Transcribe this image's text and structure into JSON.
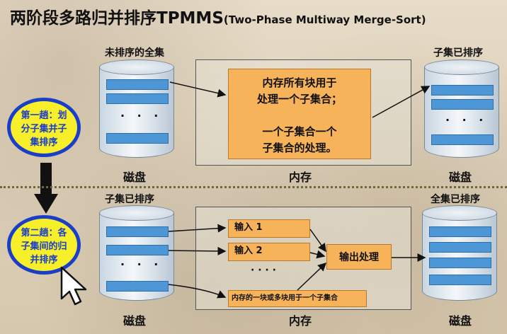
{
  "title": {
    "main": "两阶段多路归并排序TPMMS",
    "sub": "(Two-Phase Multiway Merge-Sort)"
  },
  "phase1": {
    "source_label": "未排序的全集",
    "target_label": "子集已排序",
    "disk_label_left": "磁盘",
    "disk_label_right": "磁盘",
    "memory_label": "内存",
    "memory_box": {
      "line1": "内存所有块用于",
      "line2": "处理一个子集合；",
      "line3": "一个子集合一个",
      "line4": "子集合的处理。"
    },
    "step": {
      "line1": "第一趟：划",
      "line2": "分子集并子",
      "line3": "集排序"
    },
    "dots": "· · ·"
  },
  "phase2": {
    "source_label": "子集已排序",
    "target_label": "全集已排序",
    "disk_label_left": "磁盘",
    "disk_label_right": "磁盘",
    "memory_label": "内存",
    "input1": "输入 1",
    "input2": "输入 2",
    "input_dots": "· · · ·",
    "input_n": "内存的一块或多块用于一个子集合",
    "output": "输出处理",
    "step": {
      "line1": "第二趟：各",
      "line2": "子集间的归",
      "line3": "并排序"
    },
    "dots": "· · ·"
  },
  "colors": {
    "record": "#4d97d6",
    "memory_box": "#f7b35a",
    "step_fill": "#f7ef2a",
    "step_border": "#1b3ec9"
  },
  "icons": [
    "mouse-pointer-icon",
    "down-arrow-icon"
  ]
}
